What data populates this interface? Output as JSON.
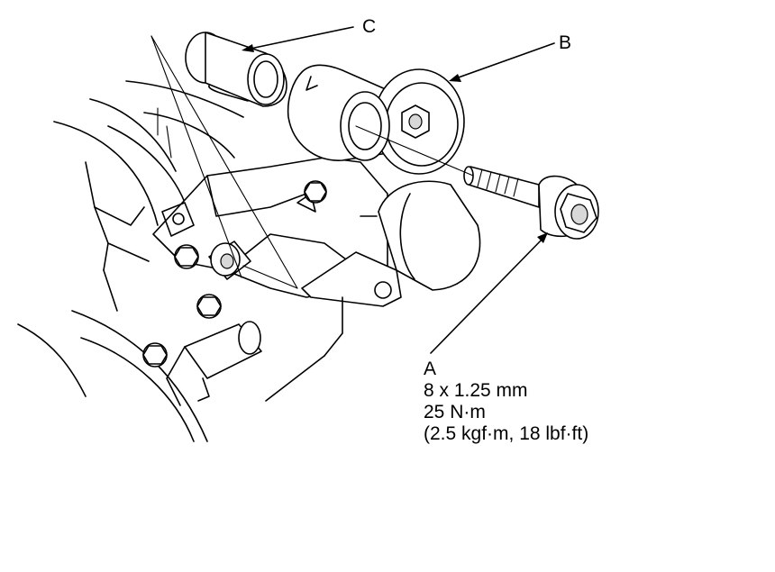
{
  "callouts": {
    "a": "A",
    "b": "B",
    "c": "C"
  },
  "spec": {
    "size": "8 x 1.25 mm",
    "torque_nm": "25 N·m",
    "torque_alt": "(2.5 kgf·m, 18 lbf·ft)"
  }
}
